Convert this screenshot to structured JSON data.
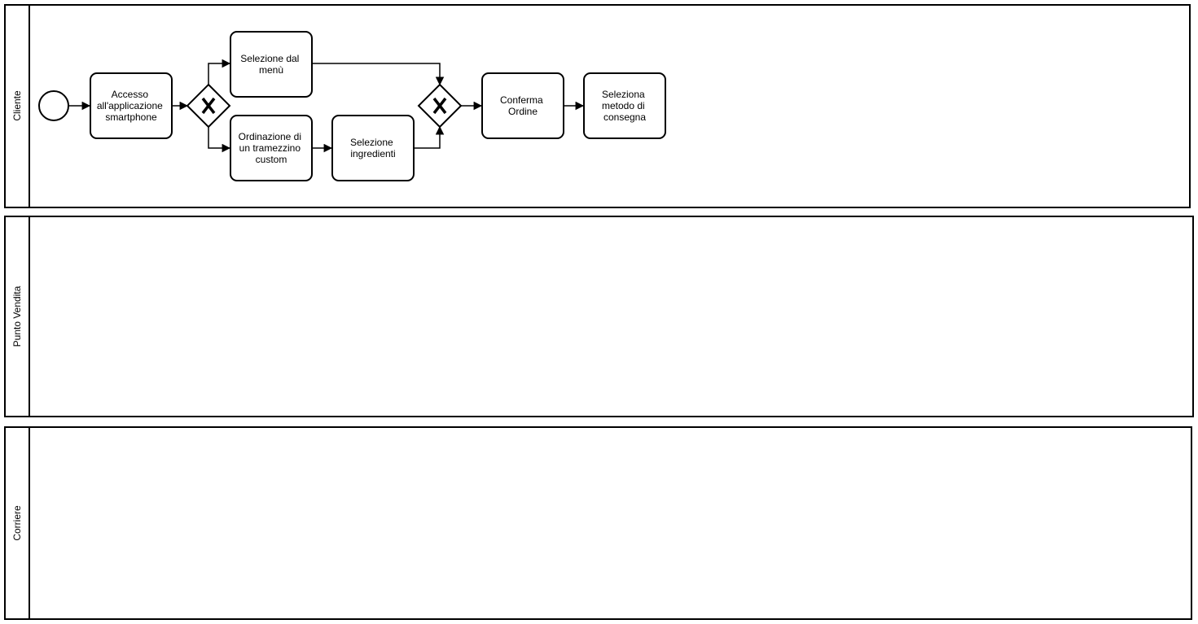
{
  "lanes": [
    {
      "id": "cliente",
      "label": "Cliente"
    },
    {
      "id": "punto-vendita",
      "label": "Punto Vendita"
    },
    {
      "id": "corriere",
      "label": "Corriere"
    }
  ],
  "tasks": [
    {
      "id": "accesso",
      "lines": [
        "Accesso",
        "all'applicazione",
        "smartphone"
      ]
    },
    {
      "id": "menu",
      "lines": [
        "Selezione dal",
        "menù"
      ]
    },
    {
      "id": "custom",
      "lines": [
        "Ordinazione di",
        "un tramezzino",
        "custom"
      ]
    },
    {
      "id": "ingredienti",
      "lines": [
        "Selezione",
        "ingredienti"
      ]
    },
    {
      "id": "conferma",
      "lines": [
        "Conferma",
        "Ordine"
      ]
    },
    {
      "id": "consegna",
      "lines": [
        "Seleziona",
        "metodo di",
        "consegna"
      ]
    }
  ],
  "gateways": [
    {
      "id": "split",
      "symbol": "X"
    },
    {
      "id": "merge",
      "symbol": "X"
    }
  ]
}
